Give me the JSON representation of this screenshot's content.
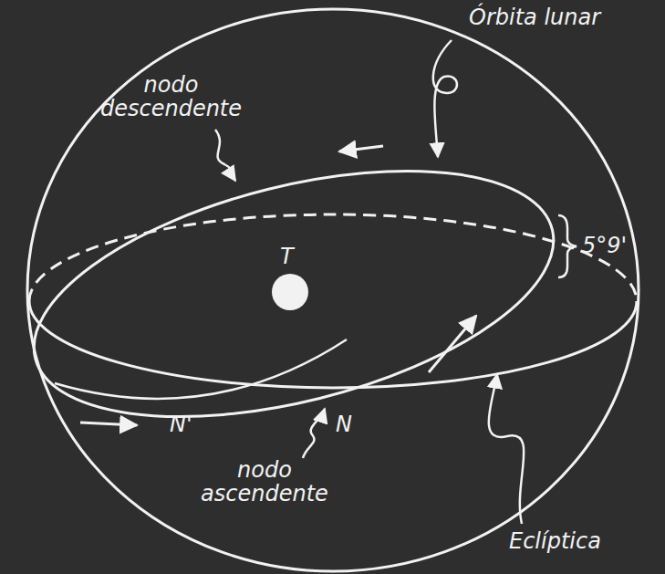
{
  "diagram": {
    "labels": [
      "Órbita lunar",
      "nodo descendente",
      "5°9'",
      "T",
      "N'",
      "N",
      "nodo ascendente",
      "Eclíptica"
    ]
  }
}
